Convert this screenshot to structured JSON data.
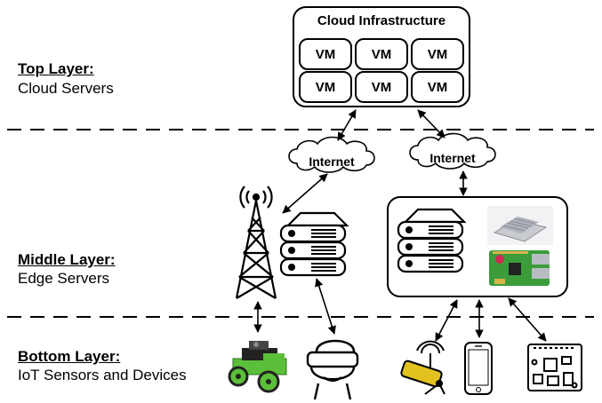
{
  "layers": {
    "top": {
      "title": "Top Layer",
      "subtitle": "Cloud Servers"
    },
    "middle": {
      "title": "Middle Layer",
      "subtitle": "Edge Servers"
    },
    "bottom": {
      "title": "Bottom Layer",
      "subtitle": "IoT Sensors and Devices"
    }
  },
  "cloud": {
    "title": "Cloud Infrastructure",
    "vms": [
      "VM",
      "VM",
      "VM",
      "VM",
      "VM",
      "VM"
    ]
  },
  "internet": {
    "left_label": "Internet",
    "right_label": "Internet"
  },
  "icons": [
    "cell-tower-icon",
    "server-rack-icon",
    "edge-server-icon",
    "edge-board-icon",
    "raspberry-pi-icon",
    "robot-car-icon",
    "vr-headset-user-icon",
    "camera-sensor-icon",
    "smartphone-icon",
    "circuit-board-icon"
  ],
  "colors": {
    "line": "#000000",
    "robot_green": "#5cbf3a",
    "pi_green": "#3a9d3a",
    "sensor_yellow": "#e2c21e"
  }
}
